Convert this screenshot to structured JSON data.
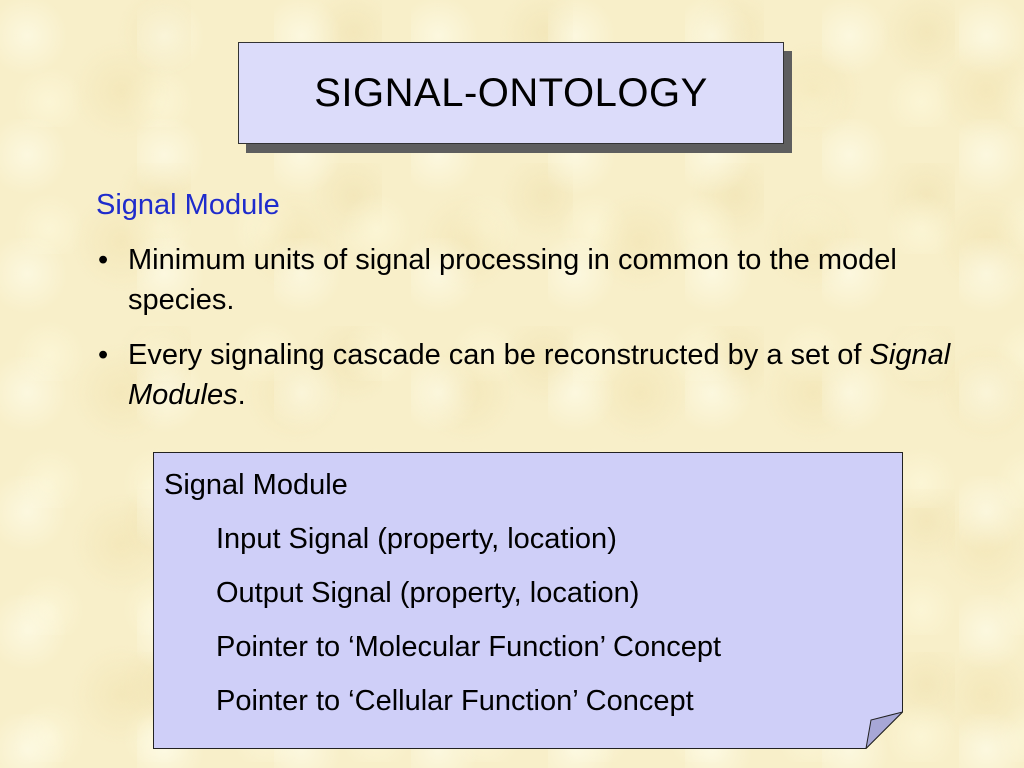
{
  "slide": {
    "title": "SIGNAL-ONTOLOGY",
    "heading": "Signal Module",
    "bullets": [
      {
        "marker": "•",
        "text": "Minimum units of signal processing in common to the model species."
      },
      {
        "marker": "•",
        "text_before": "Every signaling cascade can be reconstructed by a set of ",
        "text_italic": "Signal Modules",
        "text_after": "."
      }
    ]
  },
  "note": {
    "title": "Signal Module",
    "items": [
      "Input Signal (property, location)",
      "Output Signal (property, location)",
      "Pointer to ‘Molecular Function’ Concept",
      "Pointer to ‘Cellular Function’ Concept"
    ]
  },
  "colors": {
    "background": "#f8efc9",
    "title_box": "#dcdcfa",
    "note_box": "#cfcff8",
    "heading": "#1f2ccc"
  }
}
